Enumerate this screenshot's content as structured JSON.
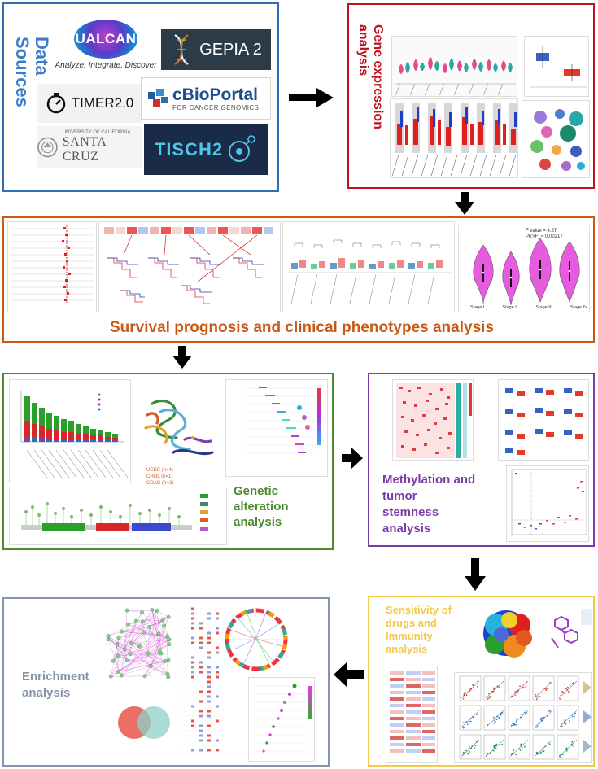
{
  "sections": {
    "data_sources": {
      "title": "Data Sources",
      "title_lines": [
        "Data",
        "Sources"
      ],
      "border_color": "#2e6fb5",
      "logos": {
        "ualcan": "UALCAN",
        "ualcan_tagline": "Analyze, Integrate, Discover",
        "gepia": "GEPIA 2",
        "timer": "TIMER2.0",
        "cbioportal": "cBioPortal",
        "cbioportal_sub": "FOR CANCER GENOMICS",
        "ucsc_top": "UNIVERSITY OF CALIFORNIA",
        "ucsc": "SANTA CRUZ",
        "tisch": "TISCH2"
      }
    },
    "gene_expression": {
      "title_lines": [
        "Gene expression",
        "analysis"
      ],
      "border_color": "#c0141c"
    },
    "survival": {
      "title": "Survival prognosis and clinical phenotypes analysis",
      "border_color": "#c85a15",
      "violin_stat_line1": "F value = 4.87",
      "violin_stat_line2": "Pr(>F) = 0.00217",
      "violin_labels": [
        "Stage I",
        "Stage II",
        "Stage III",
        "Stage IV"
      ],
      "violin_color": "#e75be0"
    },
    "genetic": {
      "title_lines": [
        "Genetic",
        "alteration",
        "analysis"
      ],
      "border_color": "#4d8a2e",
      "callout_lines": [
        "UCEC (n=4)",
        "CHOL (n=1)",
        "COAD (n=2)"
      ],
      "bar_colors": [
        "#2aa02a",
        "#d62728",
        "#7b3fb5",
        "#1f77b4"
      ]
    },
    "methylation": {
      "title_lines": [
        "Methylation and",
        "tumor",
        "stemness",
        "analysis"
      ],
      "border_color": "#7c3aa8"
    },
    "sensitivity": {
      "title_lines": [
        "Sensitivity of",
        "drugs and",
        "Immunity",
        "analysis"
      ],
      "border_color": "#f2c94c"
    },
    "enrichment": {
      "title_lines": [
        "Enrichment",
        "analysis"
      ],
      "border_color": "#8494ac"
    }
  },
  "icons": {
    "arrow_right": "arrow-right-icon",
    "arrow_down": "arrow-down-icon",
    "arrow_left": "arrow-left-icon"
  }
}
